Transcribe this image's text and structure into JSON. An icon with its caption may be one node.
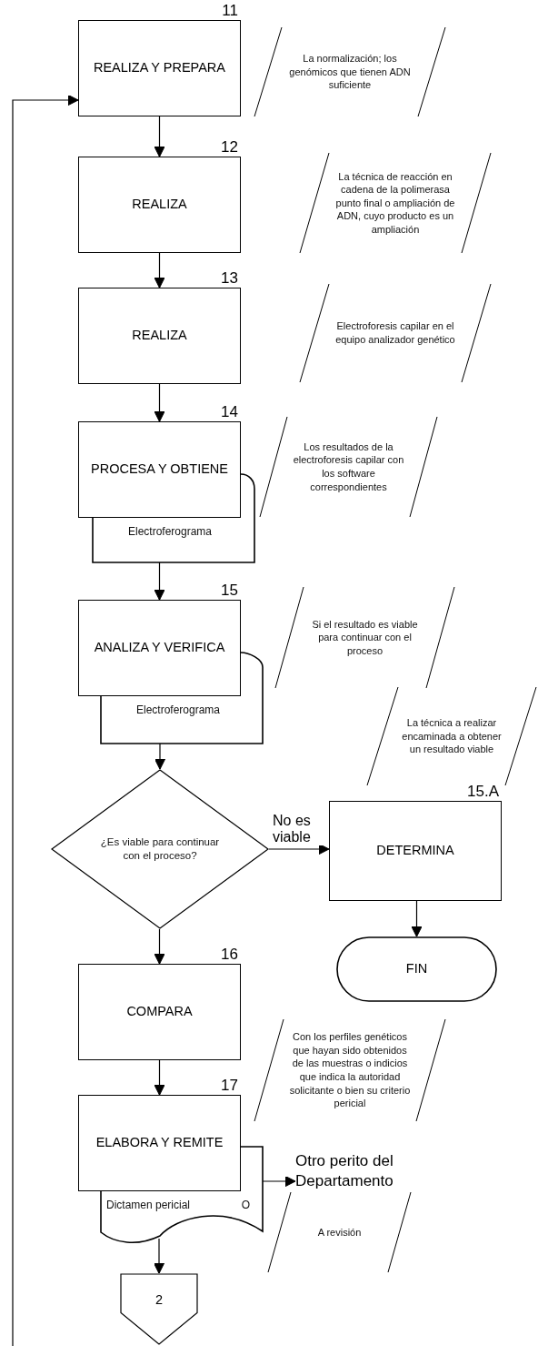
{
  "diagram": {
    "nodes": [
      {
        "text": [
          "REALIZA Y PREPARA"
        ],
        "beside": [
          "11"
        ]
      },
      {
        "text": [
          "La normalización; los genómicos que tienen ADN suficiente"
        ]
      },
      {
        "text": [
          "REALIZA"
        ],
        "beside": [
          "12"
        ]
      },
      {
        "text": [
          "La técnica de reacción en cadena de la polimerasa punto final o ampliación de ADN, cuyo producto es un ampliación"
        ]
      },
      {
        "text": [
          "REALIZA"
        ],
        "beside": [
          "13"
        ]
      },
      {
        "text": [
          "Electroforesis capilar en el equipo analizador genético"
        ]
      },
      {
        "text": [
          "PROCESA Y OBTIENE"
        ],
        "beside": [
          "14"
        ]
      },
      {
        "text": [
          "Los resultados de la electroforesis capilar con los software correspondientes"
        ]
      },
      {
        "text": [
          "Electroferograma"
        ]
      },
      {
        "text": [
          "ANALIZA Y VERIFICA"
        ],
        "beside": [
          "15"
        ]
      },
      {
        "text": [
          "Si el resultado es viable para continuar con el proceso"
        ]
      },
      {
        "text": [
          "Electroferograma"
        ]
      },
      {
        "text": [
          "La técnica a realizar encaminada a obtener un resultado viable"
        ]
      },
      {
        "text": [
          "¿Es viable para continuar con el proceso?"
        ]
      },
      {
        "text": [
          "DETERMINA"
        ],
        "beside": [
          "15.A"
        ]
      },
      {
        "text": [
          "FIN"
        ]
      },
      {
        "text": [
          "COMPARA"
        ],
        "beside": [
          "16"
        ]
      },
      {
        "text": [
          "Con los perfiles genéticos que hayan sido obtenidos de las muestras o indicios que indica la autoridad solicitante o bien su criterio pericial"
        ]
      },
      {
        "text": [
          "ELABORA Y REMITE"
        ],
        "beside": [
          "17"
        ]
      },
      {
        "text": [
          "Dictamen pericial",
          "O"
        ]
      },
      {
        "text": [
          "Otro perito del Departamento"
        ]
      },
      {
        "text": [
          "A revisión"
        ]
      },
      {
        "text": [
          "2"
        ]
      }
    ],
    "edges": [
      {
        "from": 0,
        "to": 2,
        "arrow": "to"
      },
      {
        "from": 2,
        "to": 4,
        "arrow": "to"
      },
      {
        "from": 4,
        "to": 6,
        "arrow": "to"
      },
      {
        "from": 8,
        "to": 9,
        "arrow": "to"
      },
      {
        "from": 11,
        "to": 13,
        "arrow": "to"
      },
      {
        "from": 13,
        "to": 14,
        "arrow": "to",
        "label": "No es viable"
      },
      {
        "from": 14,
        "to": 15,
        "arrow": "to"
      },
      {
        "from": 13,
        "to": 16,
        "arrow": "to"
      },
      {
        "from": 16,
        "to": 18,
        "arrow": "to"
      },
      {
        "from": 19,
        "to": 20,
        "arrow": "to"
      },
      {
        "from": 19,
        "to": 22,
        "arrow": "to"
      },
      {
        "from": null,
        "to": 0,
        "arrow": "to"
      }
    ]
  }
}
